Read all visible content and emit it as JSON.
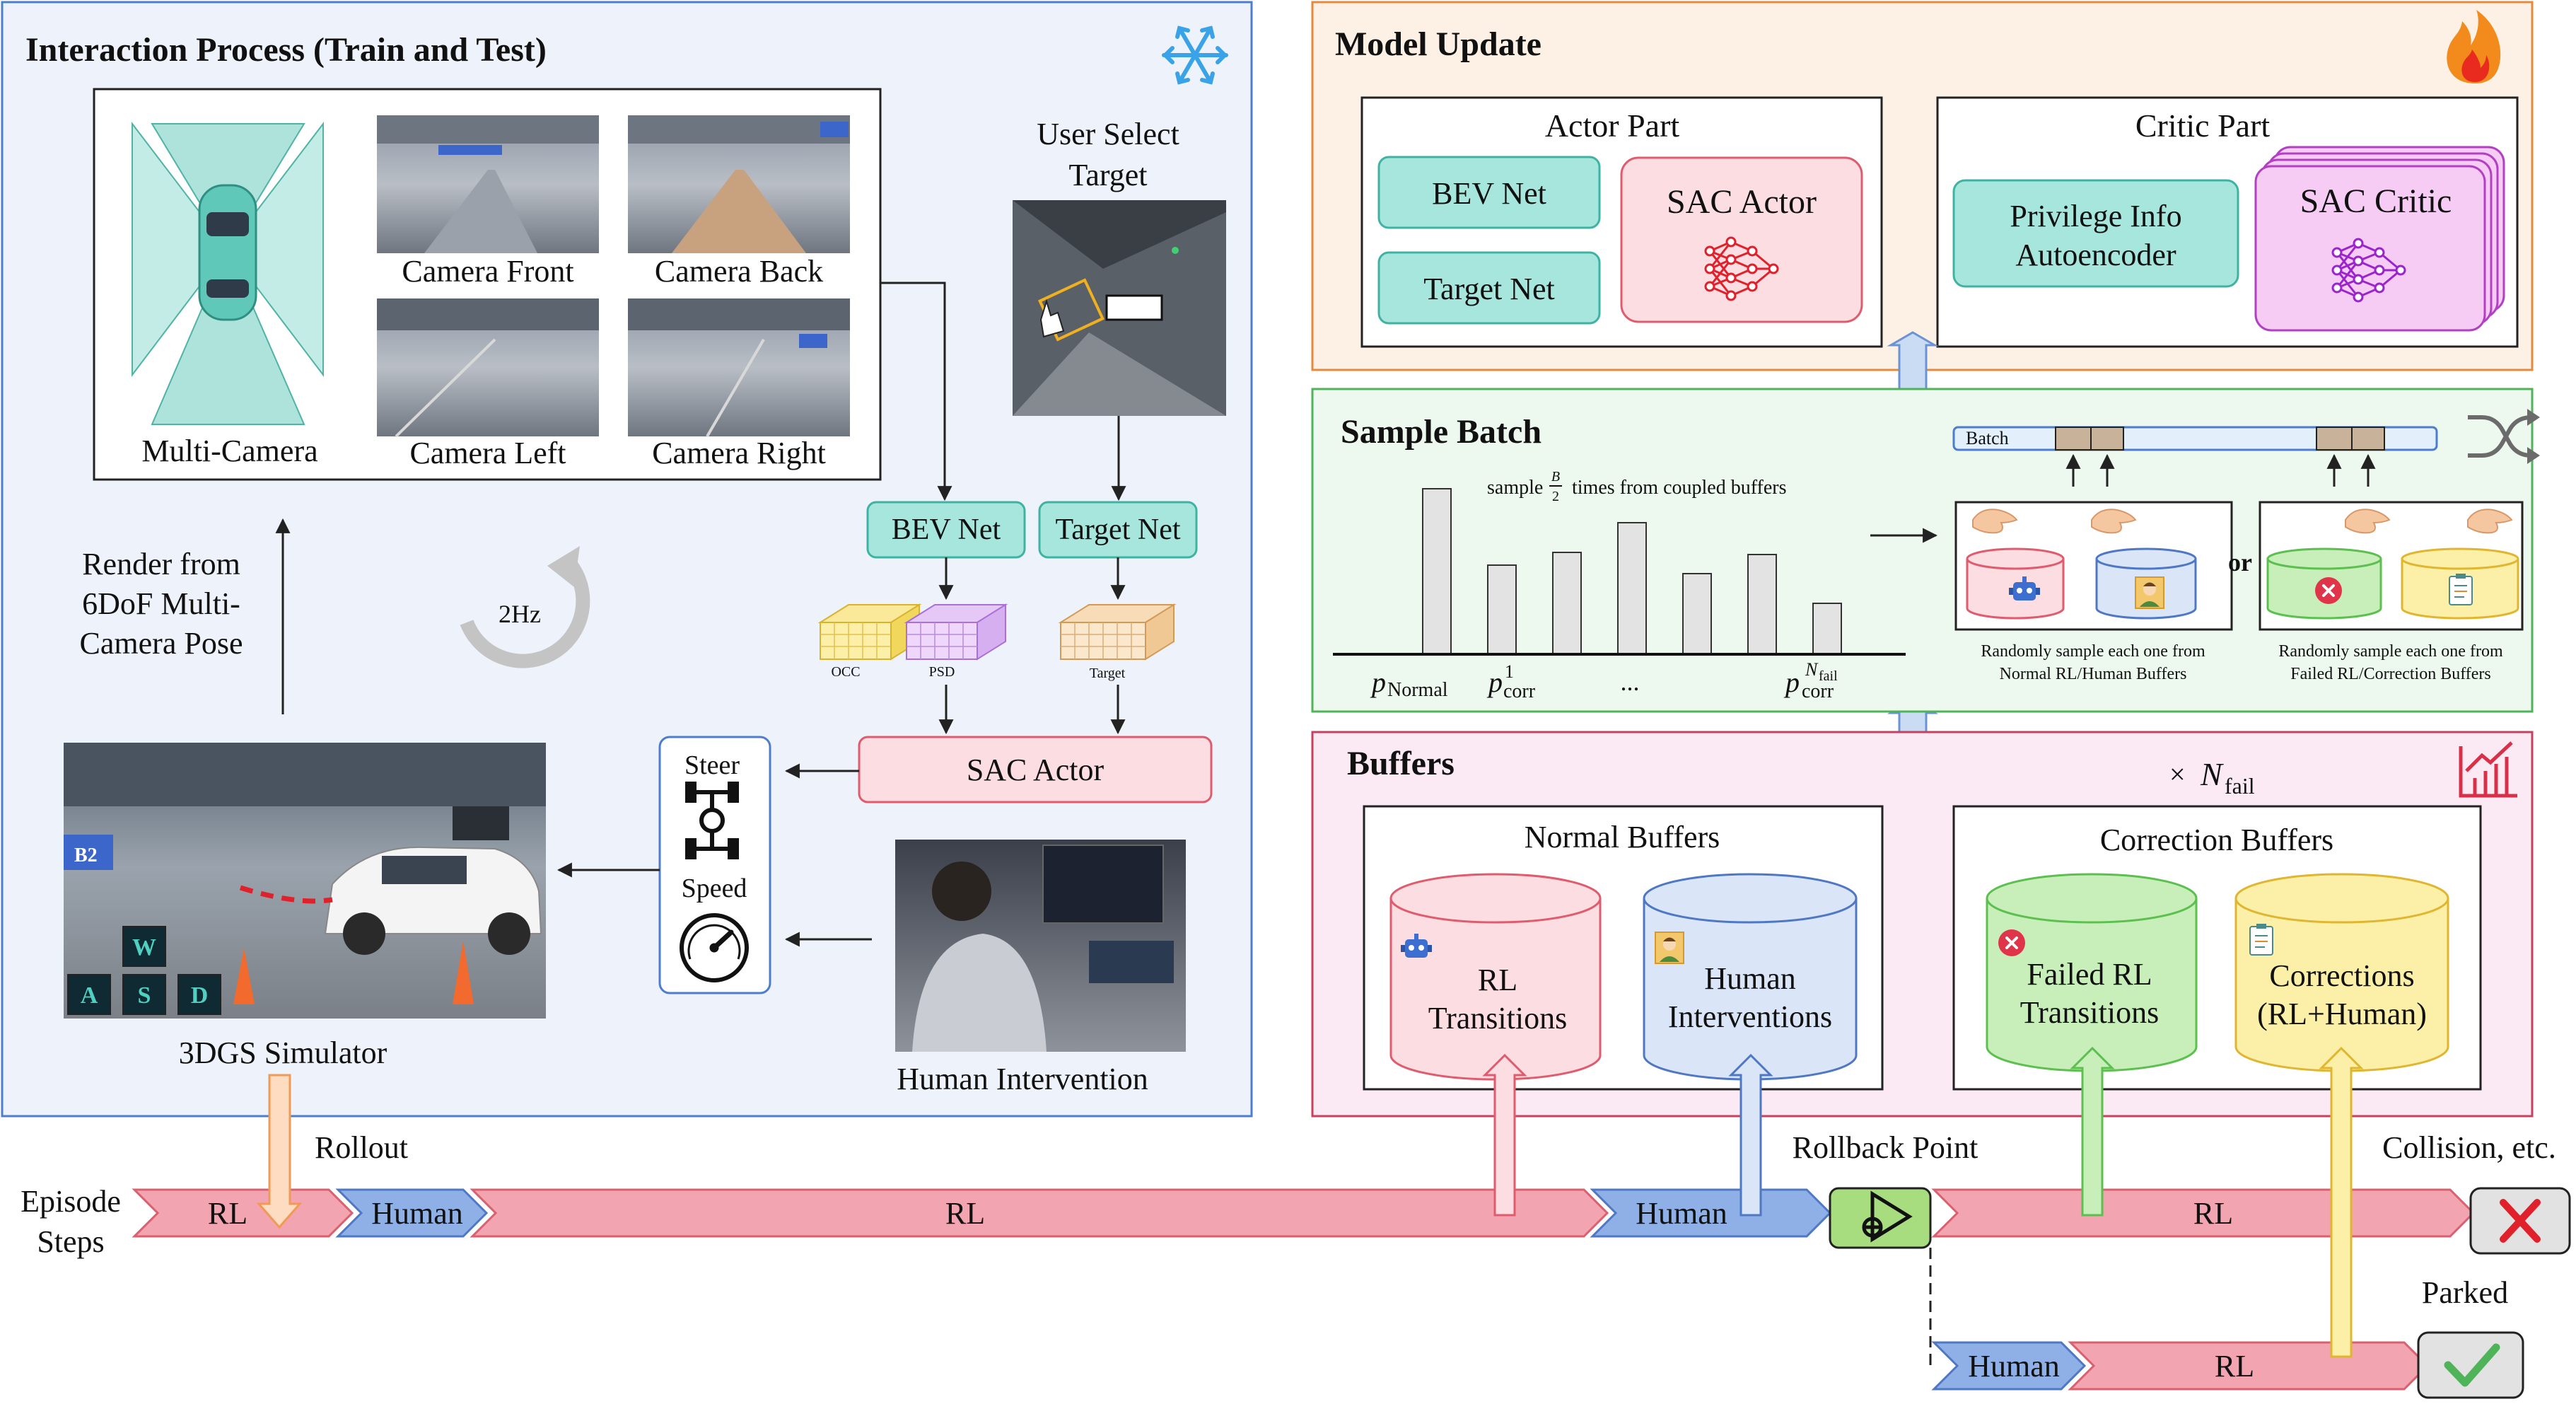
{
  "interaction": {
    "title": "Interaction Process (Train and Test)",
    "multi_camera": "Multi-Camera",
    "cam_front": "Camera Front",
    "cam_back": "Camera Back",
    "cam_left": "Camera Left",
    "cam_right": "Camera Right",
    "user_select_1": "User Select",
    "user_select_2": "Target",
    "bev_net": "BEV Net",
    "target_net": "Target Net",
    "occ": "OCC",
    "psd": "PSD",
    "target_small": "Target",
    "sac_actor": "SAC Actor",
    "steer": "Steer",
    "speed": "Speed",
    "render_1": "Render from",
    "render_2": "6DoF Multi-",
    "render_3": "Camera Pose",
    "freq": "2Hz",
    "simulator": "3DGS Simulator",
    "human_intervention": "Human Intervention",
    "keys": [
      "W",
      "A",
      "S",
      "D"
    ],
    "sim_b2": "B2"
  },
  "model_update": {
    "title": "Model Update",
    "actor_part": "Actor Part",
    "critic_part": "Critic Part",
    "bev_net": "BEV Net",
    "target_net": "Target Net",
    "sac_actor": "SAC Actor",
    "privilege_1": "Privilege Info",
    "privilege_2": "Autoencoder",
    "sac_critic": "SAC Critic"
  },
  "sample_batch": {
    "title": "Sample Batch",
    "batch_label": "Batch",
    "sample_pre": "sample",
    "sample_frac_num": "B",
    "sample_frac_den": "2",
    "sample_post": "times from coupled buffers",
    "p_normal": "p",
    "p_normal_sub": "Normal",
    "p_corr1": "p",
    "p_corr1_sup": "1",
    "p_corr1_sub": "corr",
    "ellipsis": "...",
    "p_corrN": "p",
    "p_corrN_sup": "N",
    "p_corrN_supsub": "fail",
    "p_corrN_sub": "corr",
    "or": "or",
    "caption_left_1": "Randomly sample each one from",
    "caption_left_2": "Normal RL/Human Buffers",
    "caption_right_1": "Randomly sample each one from",
    "caption_right_2": "Failed RL/Correction Buffers",
    "bars": [
      0.78,
      0.42,
      0.48,
      0.62,
      0.38,
      0.47,
      0.24
    ]
  },
  "buffers": {
    "title": "Buffers",
    "times": "×",
    "n": "N",
    "n_sub": "fail",
    "normal_buffers": "Normal Buffers",
    "correction_buffers": "Correction Buffers",
    "rl_1": "RL",
    "rl_2": "Transitions",
    "human_1": "Human",
    "human_2": "Interventions",
    "failed_1": "Failed RL",
    "failed_2": "Transitions",
    "corr_1": "Corrections",
    "corr_2": "(RL+Human)"
  },
  "timeline": {
    "episode_1": "Episode",
    "episode_2": "Steps",
    "rollout": "Rollout",
    "rollback": "Rollback Point",
    "collision": "Collision, etc.",
    "parked": "Parked",
    "rl": "RL",
    "human": "Human"
  },
  "colors": {
    "rl_fill": "#f2a4b0",
    "rl_stroke": "#d9606f",
    "human_fill": "#8fb0e6",
    "human_stroke": "#4f78c4",
    "teal": "#a7e6dc",
    "pink": "#fcdde2",
    "purple": "#f6ccf4",
    "green": "#c8efb9",
    "yellow": "#fcf0a8"
  }
}
